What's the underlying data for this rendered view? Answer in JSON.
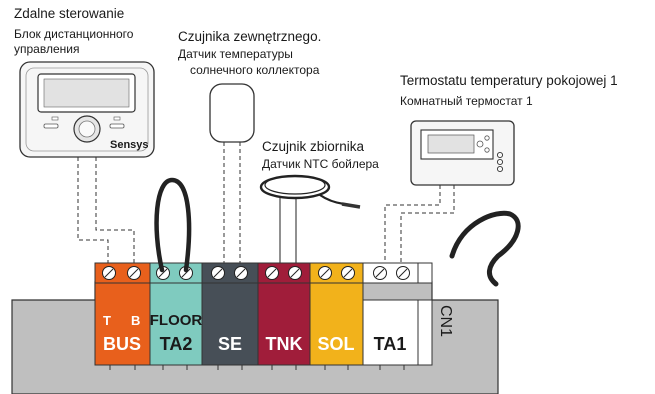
{
  "labels": {
    "remote_pl": "Zdalne sterowanie",
    "remote_ru_1": "Блок дистанционного",
    "remote_ru_2": "управления",
    "ext_sensor_pl": "Czujnika zewnętrznego.",
    "ext_sensor_ru_1": "Датчик температуры",
    "ext_sensor_ru_2": "солнечного коллектора",
    "tank_sensor_pl": "Czujnik zbiornika",
    "tank_sensor_ru": "Датчик NTC бойлера",
    "thermostat_pl": "Termostatu temperatury pokojowej 1",
    "thermostat_ru": "Комнатный термостат 1"
  },
  "device_brand": "Sensys",
  "connector": "CN1",
  "terminal_blocks": [
    {
      "id": "bus",
      "label": "BUS",
      "sub_left": "T",
      "sub_right": "B",
      "color": "#e8601c",
      "text_color": "#ffffff"
    },
    {
      "id": "ta2",
      "label": "TA2",
      "sub_top": "FLOOR",
      "color": "#7fcbbf",
      "text_color": "#1a1a1a"
    },
    {
      "id": "se",
      "label": "SE",
      "color": "#474f57",
      "text_color": "#ffffff"
    },
    {
      "id": "tnk",
      "label": "TNK",
      "color": "#a01d3a",
      "text_color": "#ffffff"
    },
    {
      "id": "sol",
      "label": "SOL",
      "color": "#f2b21b",
      "text_color": "#ffffff"
    },
    {
      "id": "ta1",
      "label": "TA1",
      "color": "#ffffff",
      "text_color": "#1a1a1a"
    }
  ]
}
